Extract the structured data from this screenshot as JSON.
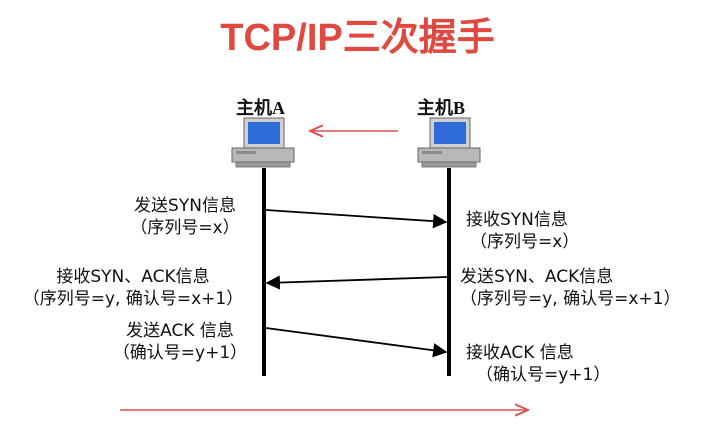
{
  "title": "TCP/IP三次握手",
  "hosts": {
    "a": {
      "label": "主机A"
    },
    "b": {
      "label": "主机B"
    }
  },
  "messages": {
    "a1": {
      "line1": "发送SYN信息",
      "line2": "（序列号=x）"
    },
    "b1": {
      "line1": "接收SYN信息",
      "line2": "（序列号=x）"
    },
    "a2": {
      "line1": "接收SYN、ACK信息",
      "line2": "（序列号=y, 确认号=x+1）"
    },
    "b2": {
      "line1": "发送SYN、ACK信息",
      "line2": "（序列号=y, 确认号=x+1）"
    },
    "a3": {
      "line1": "发送ACK 信息",
      "line2": "（确认号=y+1）"
    },
    "b3": {
      "line1": "接收ACK 信息",
      "line2": "（确认号=y+1）"
    }
  },
  "colors": {
    "title": "#e0493f",
    "accent_arrow": "#d9534f",
    "lines": "#000000"
  },
  "icons": {
    "host_a": "computer-icon",
    "host_b": "computer-icon"
  }
}
